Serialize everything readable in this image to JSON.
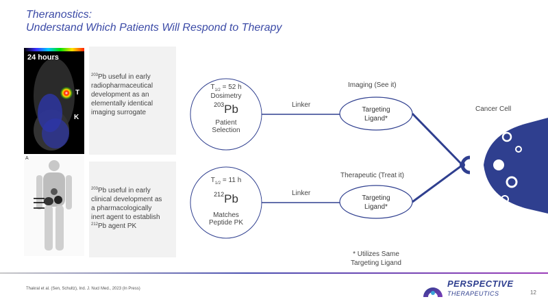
{
  "slide": {
    "title_line1": "Theranostics:",
    "title_line2": "Understand Which Patients Will Respond to Therapy",
    "page_number": "12",
    "citation": "Thakral et al. (Sen, Schultz), Ind. J. Nucl Med., 2023 (In Press)"
  },
  "panel_top": {
    "image_label": "24 hours",
    "marker_t": "T",
    "marker_k": "K",
    "sup": "203",
    "text_line1": "Pb useful in early",
    "text_line2": "radiopharmaceutical",
    "text_line3": "development as an",
    "text_line4": "elementally identical",
    "text_line5": "imaging surrogate"
  },
  "panel_bottom": {
    "image_label": "A",
    "sup": "203",
    "text_line1": "Pb useful in early",
    "text_line2": "clinical development as",
    "text_line3": "a pharmacologically",
    "text_line4": "inert agent to establish",
    "text_sup": "212",
    "text_line5": "Pb agent PK"
  },
  "circle_top": {
    "halflife_prefix": "T",
    "halflife_sub": "1/2",
    "halflife_value": " = 52 h",
    "line2": "Dosimetry",
    "isotope_mass": "203",
    "isotope_symbol": "Pb",
    "line3": "Patient",
    "line4": "Selection"
  },
  "circle_bottom": {
    "halflife_prefix": "T",
    "halflife_sub": "1/2",
    "halflife_value": " = 11 h",
    "isotope_mass": "212",
    "isotope_symbol": "Pb",
    "line3": "Matches",
    "line4": "Peptide PK"
  },
  "linker_top": "Linker",
  "linker_bottom": "Linker",
  "imaging_label": "Imaging (See it)",
  "therapeutic_label": "Therapeutic (Treat it)",
  "ligand_top_line1": "Targeting",
  "ligand_top_line2": "Ligand*",
  "ligand_bottom_line1": "Targeting",
  "ligand_bottom_line2": "Ligand*",
  "cancer_cell_label": "Cancer Cell",
  "note_line1": "* Utilizes Same",
  "note_line2": "Targeting Ligand",
  "logo": {
    "name": "PERSPECTIVE",
    "sub": "THERAPEUTICS"
  },
  "colors": {
    "title": "#3b4aa6",
    "line": "#2f3f8f",
    "cell": "#2f3f8f",
    "panel_bg": "#f2f2f2"
  }
}
